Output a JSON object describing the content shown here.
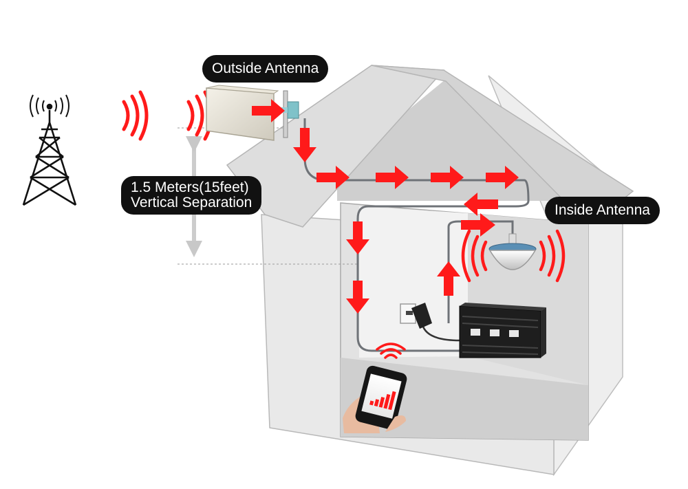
{
  "labels": {
    "outside_antenna": "Outside Antenna",
    "inside_antenna": "Inside Antenna",
    "separation_line1": "1.5 Meters(15feet)",
    "separation_line2": "Vertical Separation"
  },
  "colors": {
    "signal_red": "#ff1a1a",
    "cable": "#6f7378",
    "label_bg": "#111111",
    "label_text": "#ffffff",
    "house_wall": "#e6e6e6",
    "house_roof": "#d6d6d6",
    "house_inner": "#c9c9c9"
  },
  "icons": {
    "tower": "cell-tower-icon",
    "outside_antenna": "panel-antenna-icon",
    "inside_antenna": "ceiling-antenna-icon",
    "booster": "signal-booster-icon",
    "power": "power-adapter-icon",
    "phone": "smartphone-icon"
  }
}
